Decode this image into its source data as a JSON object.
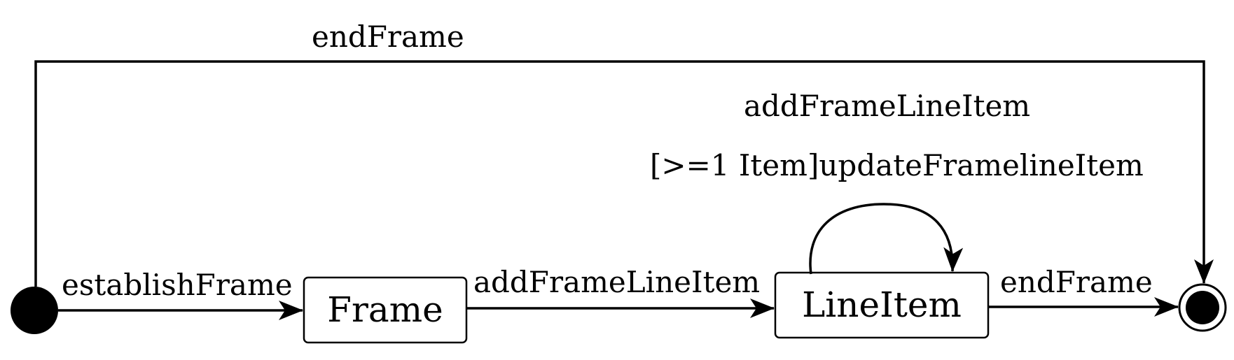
{
  "diagram": {
    "states": [
      {
        "id": "frame",
        "label": "Frame"
      },
      {
        "id": "lineitem",
        "label": "LineItem"
      }
    ],
    "transitions": [
      {
        "id": "establish",
        "from": "initial",
        "to": "frame",
        "label": "establishFrame"
      },
      {
        "id": "add",
        "from": "frame",
        "to": "lineitem",
        "label": "addFrameLineItem"
      },
      {
        "id": "end-right",
        "from": "lineitem",
        "to": "final",
        "label": "endFrame"
      },
      {
        "id": "end-top",
        "from": "initial",
        "to": "final",
        "label": "endFrame"
      },
      {
        "id": "self-loop",
        "from": "lineitem",
        "to": "lineitem",
        "label_line1": "addFrameLineItem",
        "label_line2": "[>=1 Item]updateFramelineItem"
      }
    ]
  }
}
